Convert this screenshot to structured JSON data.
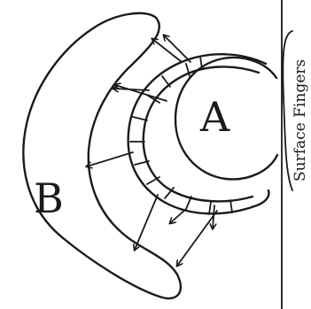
{
  "labels": {
    "region_a": "A",
    "region_b": "B",
    "side_text": "Surface Fingers"
  },
  "colors": {
    "ink": "#1a1a1a",
    "background": "#ffffff"
  }
}
